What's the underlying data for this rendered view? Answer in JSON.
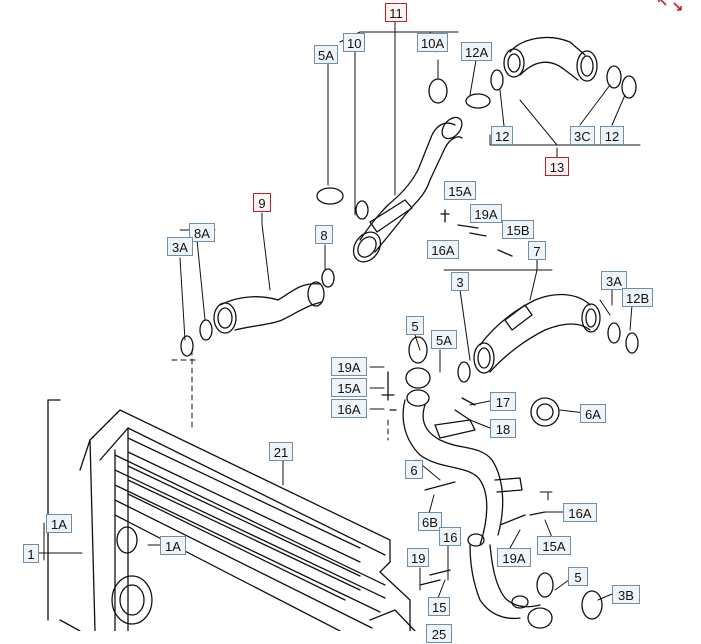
{
  "diagram": {
    "callouts": [
      {
        "id": "11",
        "text": "11",
        "style": "red"
      },
      {
        "id": "5A-top",
        "text": "5A"
      },
      {
        "id": "10",
        "text": "10"
      },
      {
        "id": "10A",
        "text": "10A"
      },
      {
        "id": "12A",
        "text": "12A"
      },
      {
        "id": "12-a",
        "text": "12"
      },
      {
        "id": "3C",
        "text": "3C"
      },
      {
        "id": "12-b",
        "text": "12"
      },
      {
        "id": "13",
        "text": "13",
        "style": "red"
      },
      {
        "id": "15A-top",
        "text": "15A"
      },
      {
        "id": "19A-top",
        "text": "19A"
      },
      {
        "id": "15B",
        "text": "15B"
      },
      {
        "id": "16A-top",
        "text": "16A"
      },
      {
        "id": "9",
        "text": "9",
        "style": "red"
      },
      {
        "id": "8A",
        "text": "8A"
      },
      {
        "id": "3A-left",
        "text": "3A"
      },
      {
        "id": "8",
        "text": "8"
      },
      {
        "id": "7",
        "text": "7"
      },
      {
        "id": "3",
        "text": "3"
      },
      {
        "id": "3A-right",
        "text": "3A"
      },
      {
        "id": "12B",
        "text": "12B"
      },
      {
        "id": "5-mid",
        "text": "5"
      },
      {
        "id": "5A-mid",
        "text": "5A"
      },
      {
        "id": "19A-mid",
        "text": "19A"
      },
      {
        "id": "15A-mid",
        "text": "15A"
      },
      {
        "id": "16A-mid",
        "text": "16A"
      },
      {
        "id": "17",
        "text": "17"
      },
      {
        "id": "6A",
        "text": "6A"
      },
      {
        "id": "18",
        "text": "18"
      },
      {
        "id": "21",
        "text": "21"
      },
      {
        "id": "6",
        "text": "6"
      },
      {
        "id": "1A-a",
        "text": "1A"
      },
      {
        "id": "1",
        "text": "1"
      },
      {
        "id": "1A-b",
        "text": "1A"
      },
      {
        "id": "16A-low",
        "text": "16A"
      },
      {
        "id": "6B",
        "text": "6B"
      },
      {
        "id": "15A-low",
        "text": "15A"
      },
      {
        "id": "19A-low",
        "text": "19A"
      },
      {
        "id": "16",
        "text": "16"
      },
      {
        "id": "19",
        "text": "19"
      },
      {
        "id": "15",
        "text": "15"
      },
      {
        "id": "5-low",
        "text": "5"
      },
      {
        "id": "3B",
        "text": "3B"
      },
      {
        "id": "25",
        "text": "25"
      }
    ]
  },
  "toolbar": {
    "expand_icon": "expand-arrows-icon",
    "accent": "#c0202c",
    "label_border": "#6f8fa6"
  }
}
